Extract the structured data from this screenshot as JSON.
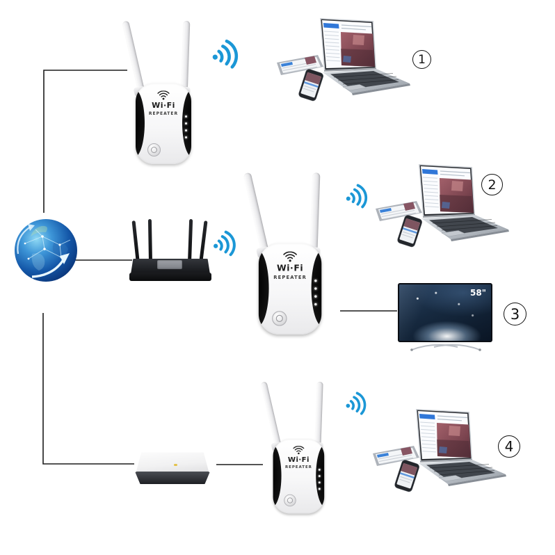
{
  "page": {
    "background": "#ffffff"
  },
  "colors": {
    "wifi_signal_blue": "#1b97d6",
    "wire": "#1c1c1c",
    "router_black": "#17181a",
    "repeater_white": "#fbfbfb",
    "globe_blue": "#1760b0",
    "tv_screen_navy": "#16293f",
    "modem_led_yellow": "#e3c24a"
  },
  "icons": {
    "wifi_signal": "blue dot with three arcs radiating right",
    "internet_globe": "blue earth with network nodes and curved arrows",
    "wifi_logo": "black wifi fan arcs on repeater face"
  },
  "repeater": {
    "label_top": "Wi·Fi",
    "label_bottom": "REPEATER"
  },
  "tv": {
    "size_label": "58\""
  },
  "scenarios": [
    {
      "badge": "1"
    },
    {
      "badge": "2"
    },
    {
      "badge": "3"
    },
    {
      "badge": "4"
    }
  ]
}
